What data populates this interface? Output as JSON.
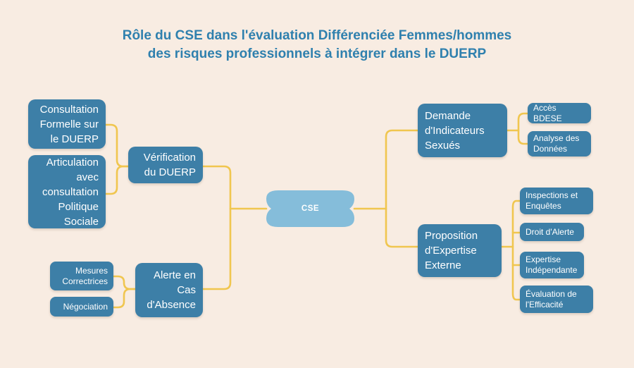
{
  "title": {
    "line1": "Rôle du CSE dans l'évaluation Différenciée Femmes/hommes",
    "line2": "des risques professionnels à intégrer dans le DUERP"
  },
  "diagram": {
    "center": "CSE",
    "left_branches": [
      {
        "parent": "Vérification du DUERP",
        "children": [
          "Consultation Formelle sur le DUERP",
          "Articulation avec consultation Politique Sociale"
        ]
      },
      {
        "parent": "Alerte en Cas d'Absence",
        "children": [
          "Mesures Correctrices",
          "Négociation"
        ]
      }
    ],
    "right_branches": [
      {
        "parent": "Demande d'Indicateurs Sexués",
        "children": [
          "Accès BDESE",
          "Analyse des Données"
        ]
      },
      {
        "parent": "Proposition d'Expertise Externe",
        "children": [
          "Inspections et Enquêtes",
          "Droit d'Alerte",
          "Expertise Indépendante",
          "Évaluation de l'Efficacité"
        ]
      }
    ]
  },
  "colors": {
    "background": "#f8ece2",
    "node_fill": "#3d7fa7",
    "node_text": "#ffffff",
    "center_node_fill": "#85bdda",
    "connector": "#f0c64f",
    "title_text": "#2f80ae"
  }
}
